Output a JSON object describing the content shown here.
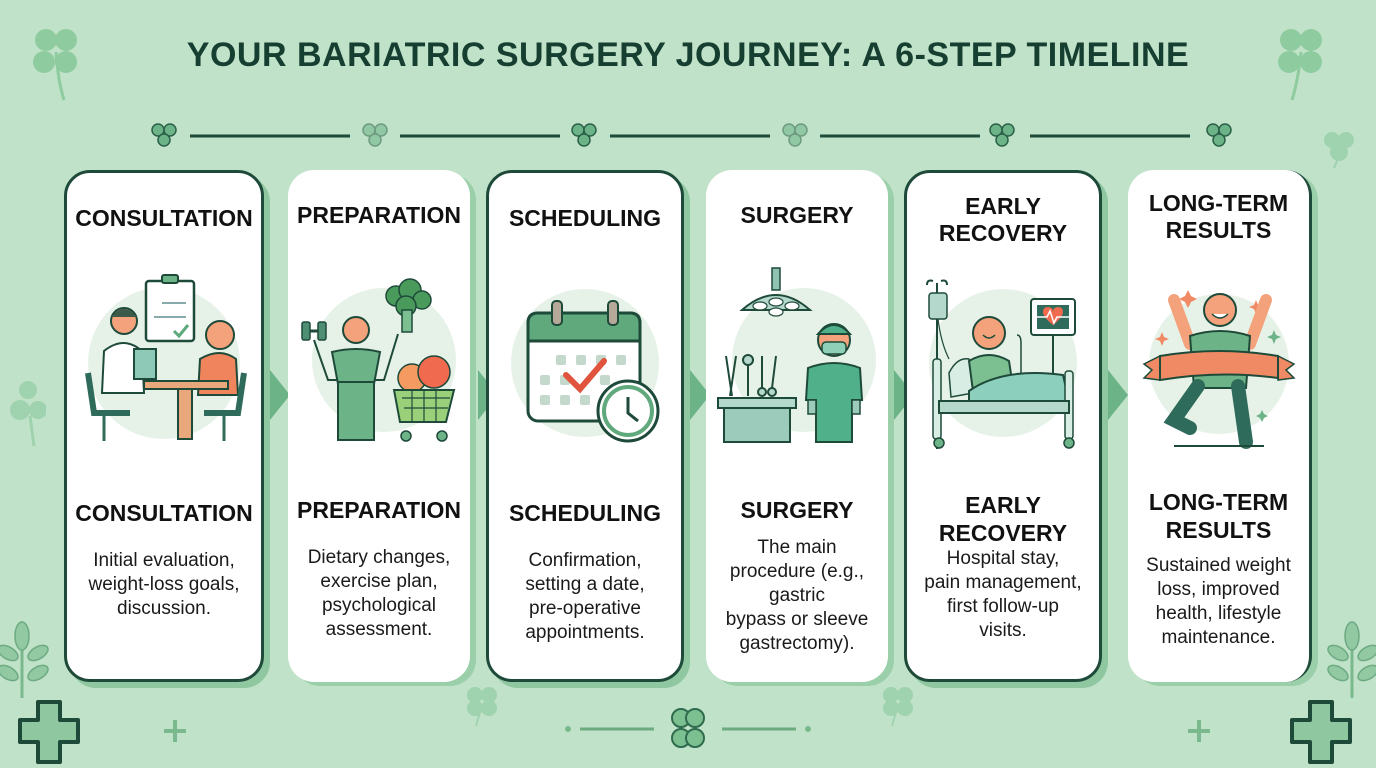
{
  "title": "YOUR BARIATRIC SURGERY JOURNEY: A 6-STEP TIMELINE",
  "colors": {
    "background": "#c0e2c8",
    "title": "#163f31",
    "card_border": "#1e4a3a",
    "accent_green": "#5fa97c",
    "accent_orange": "#f08a64"
  },
  "steps": [
    {
      "title": "CONSULTATION",
      "heading": "CONSULTATION",
      "description": "Initial evaluation,\nweight-loss goals,\ndiscussion.",
      "icon": "doctor-consultation-icon"
    },
    {
      "title": "PREPARATION",
      "heading": "PREPARATION",
      "description": "Dietary changes,\nexercise plan,\npsychological\nassessment.",
      "icon": "exercise-nutrition-icon"
    },
    {
      "title": "SCHEDULING",
      "heading": "SCHEDULING",
      "description": "Confirmation,\nsetting a date,\npre-operative\nappointments.",
      "icon": "calendar-clock-icon"
    },
    {
      "title": "SURGERY",
      "heading": "SURGERY",
      "description": "The main\nprocedure (e.g.,\ngastric\nbypass or sleeve\ngastrectomy).",
      "icon": "surgeon-operating-room-icon"
    },
    {
      "title": "EARLY\nRECOVERY",
      "heading": "EARLY\nRECOVERY",
      "description": "Hospital stay,\npain management,\nfirst follow-up\nvisits.",
      "icon": "hospital-bed-icon"
    },
    {
      "title": "LONG-TERM\nRESULTS",
      "heading": "LONG-TERM\nRESULTS",
      "description": "Sustained weight\nloss, improved\nhealth, lifestyle\nmaintenance.",
      "icon": "celebration-finish-line-icon"
    }
  ]
}
